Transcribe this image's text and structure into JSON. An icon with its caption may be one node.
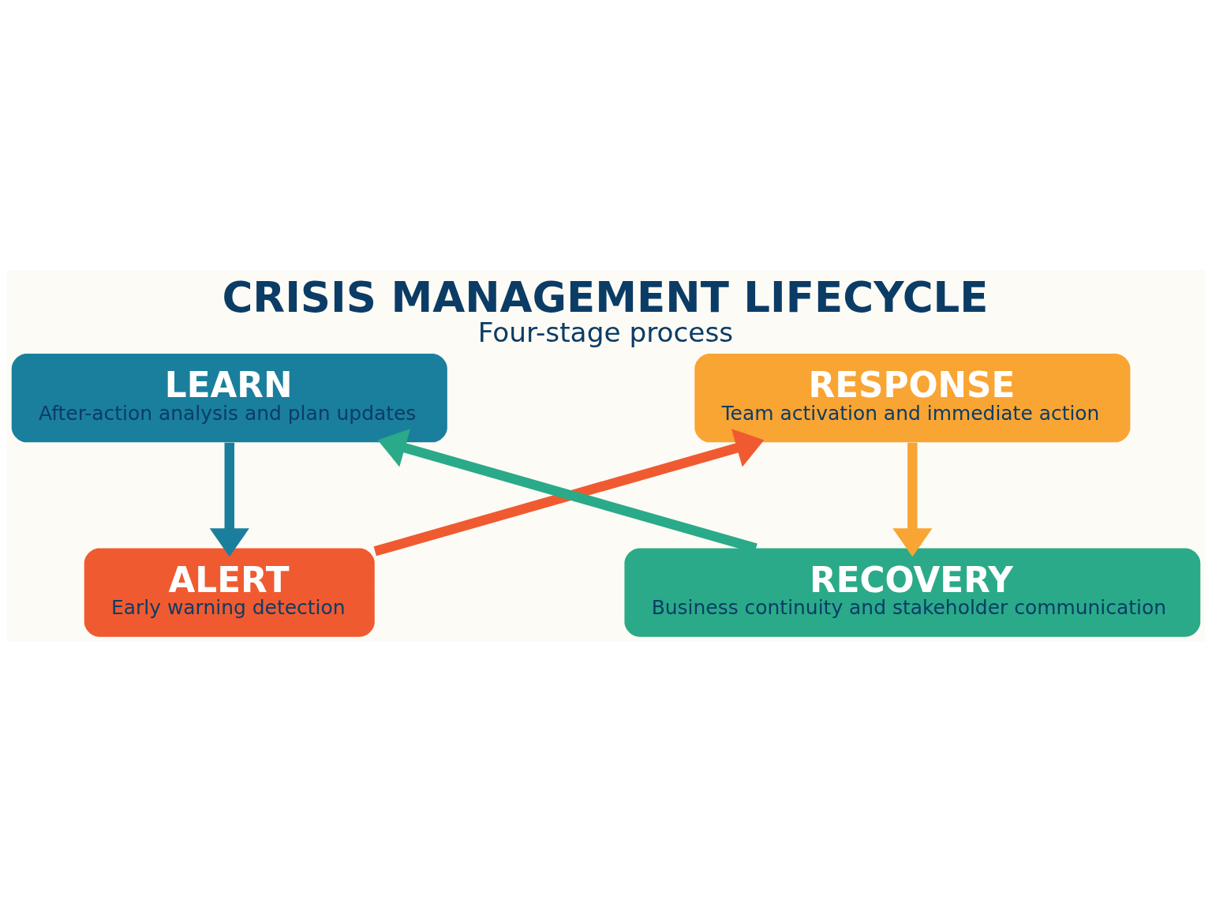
{
  "diagram": {
    "title": "CRISIS MANAGEMENT LIFECYCLE",
    "caption": "Four-stage process",
    "nodes": [
      {
        "text": [
          "ALERT",
          "Early warning detection"
        ]
      },
      {
        "text": [
          "RESPONSE",
          "Team activation and immediate action"
        ]
      },
      {
        "text": [
          "RECOVERY",
          "Business continuity and stakeholder communication"
        ]
      },
      {
        "text": [
          "LEARN",
          "After-action analysis and plan updates"
        ]
      }
    ],
    "edges": [
      {
        "from": 0,
        "to": 1,
        "arrow": "to",
        "color": "#f05a30"
      },
      {
        "from": 1,
        "to": 2,
        "arrow": "to",
        "color": "#f9a533"
      },
      {
        "from": 2,
        "to": 3,
        "arrow": "to",
        "color": "#2aaa88"
      },
      {
        "from": 3,
        "to": 0,
        "arrow": "to",
        "color": "#1a7f9c"
      }
    ]
  }
}
